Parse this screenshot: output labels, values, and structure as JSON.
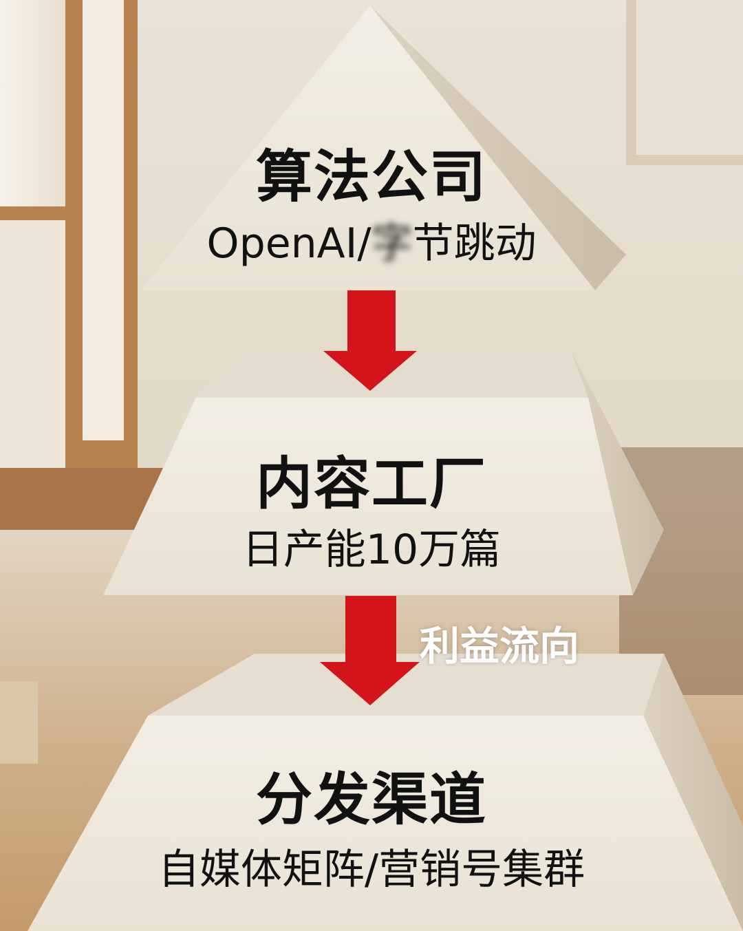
{
  "colors": {
    "arrow": "#d4141b",
    "tier": "#efe9dc",
    "tier_side": "#d9cfbd",
    "background": "#e6ddcf"
  },
  "tiers": [
    {
      "title": "算法公司",
      "subtitle_visible": "OpenAI/",
      "subtitle_blurred": "字",
      "subtitle_rest": "节跳动"
    },
    {
      "title": "内容工厂",
      "subtitle": "日产能10万篇"
    },
    {
      "title": "分发渠道",
      "subtitle": "自媒体矩阵/营销号集群"
    }
  ],
  "flow_label": "利益流向"
}
